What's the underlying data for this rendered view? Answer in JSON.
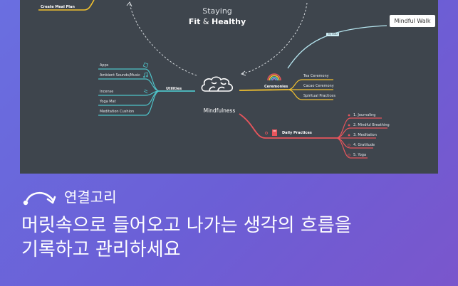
{
  "mindmap": {
    "central_title_line1": "Staying",
    "central_title_line2_a": "Fit",
    "central_title_amp": " & ",
    "central_title_line2_b": "Healthy",
    "top_left_node": "Create Meal Plan",
    "mindful_walk": "Mindful  Walk",
    "tag_label": "Try this!",
    "center_node": "Mindfulness",
    "utilities": {
      "title": "Utilities",
      "items": [
        "Apps",
        "Ambient Sounds/Music",
        "Incense",
        "Yoga Mat",
        "Meditation Cushion"
      ]
    },
    "ceremonies": {
      "title": "Ceremonies",
      "items": [
        "Tea Ceremony",
        "Cacao Ceremony",
        "Spiritual Practices"
      ]
    },
    "daily_practices": {
      "title": "Daily Practices",
      "items": [
        "1. Journaling",
        "2. Mindful Breathing",
        "3. Meditation",
        "4. Gratitude",
        "5. Yoga"
      ]
    },
    "colors": {
      "utilities": "#4ec3c9",
      "ceremonies": "#f2c12e",
      "daily": "#e8555c",
      "walk": "#b6e6f0",
      "canvas": "#3e454d"
    }
  },
  "caption": {
    "feature_name": "연결고리",
    "line1": "머릿속으로 들어오고 나가는 생각의 흐름을",
    "line2": "기록하고 관리하세요"
  }
}
